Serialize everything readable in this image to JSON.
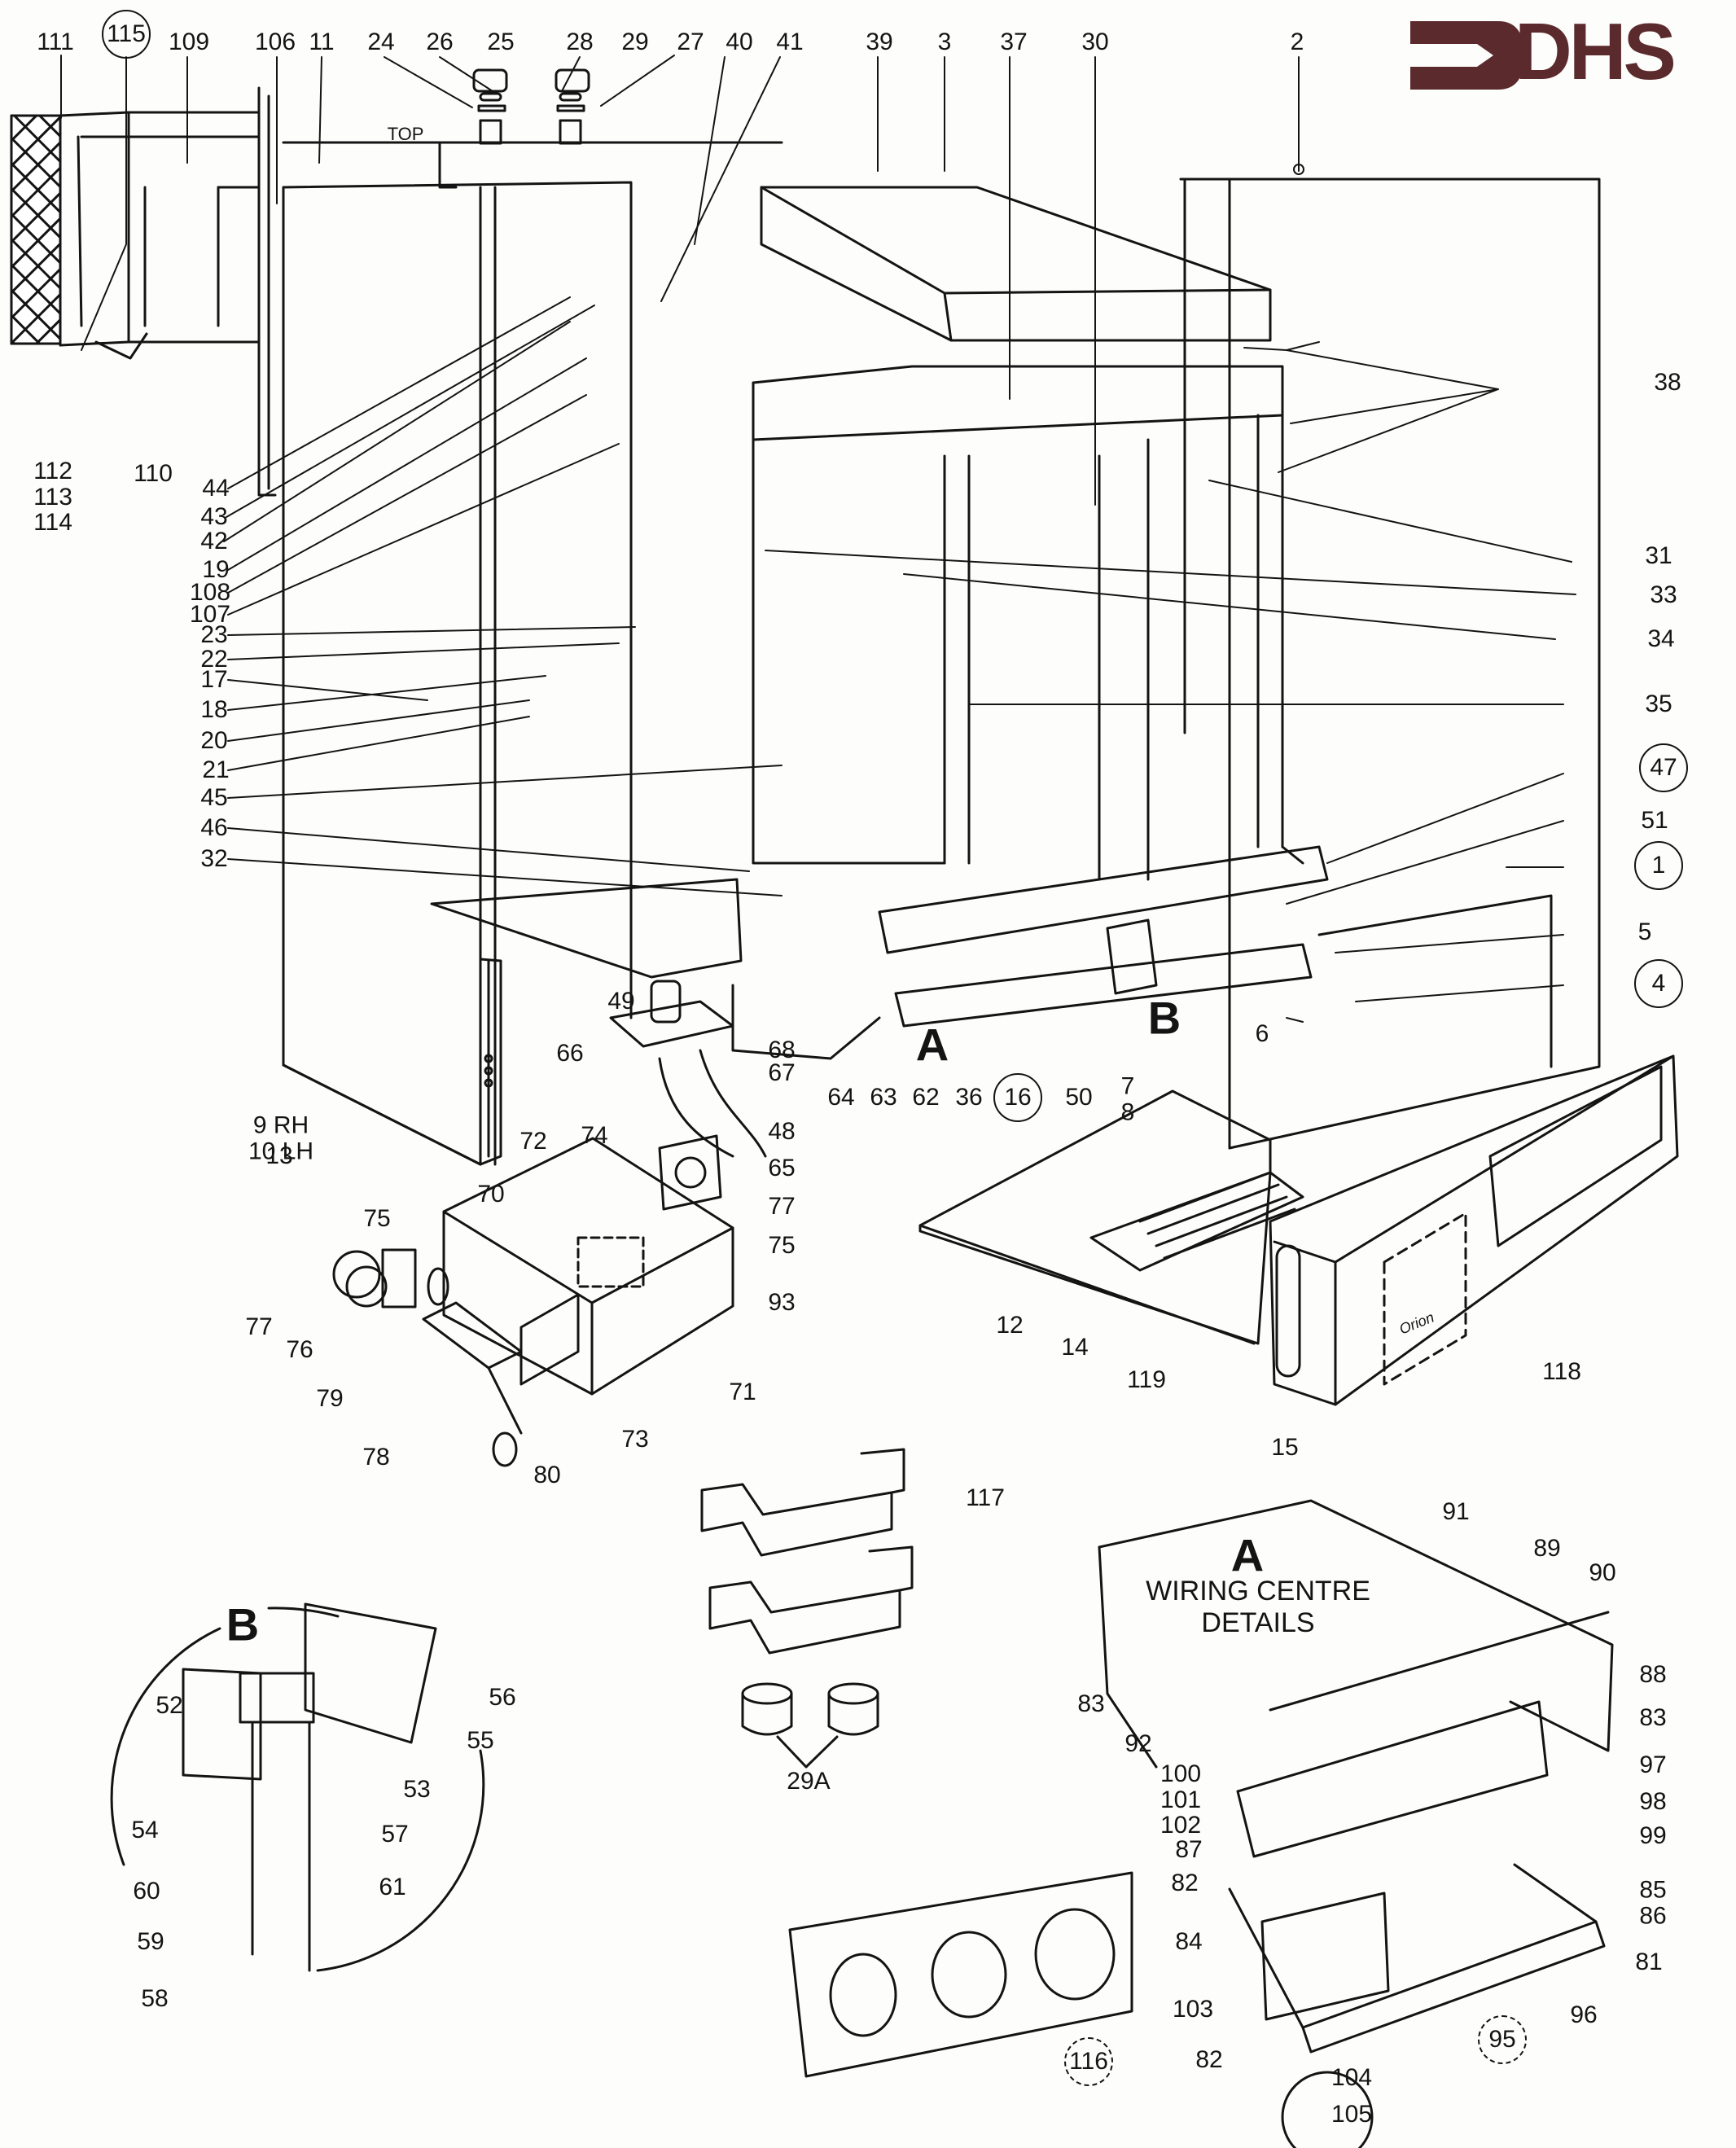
{
  "document": {
    "type": "exploded parts diagram",
    "brand_logo": {
      "text": "DHS",
      "color": "#5a2a2c"
    },
    "colors": {
      "ink": "#141414",
      "paper": "#fdfdfb"
    }
  },
  "annotations": {
    "top_marking": "TOP",
    "front_panel_text": "Orion",
    "detail_a_letter": "A",
    "detail_a_title": "WIRING CENTRE\nDETAILS",
    "detail_b_letter": "B",
    "arrow_a_letter": "A",
    "arrow_b_letter": "B"
  },
  "labels": [
    {
      "id": "111",
      "text": "111",
      "circled": false
    },
    {
      "id": "115",
      "text": "115",
      "circled": true
    },
    {
      "id": "109",
      "text": "109",
      "circled": false
    },
    {
      "id": "106",
      "text": "106",
      "circled": false
    },
    {
      "id": "11",
      "text": "11",
      "circled": false
    },
    {
      "id": "24",
      "text": "24",
      "circled": false
    },
    {
      "id": "26",
      "text": "26",
      "circled": false
    },
    {
      "id": "25",
      "text": "25",
      "circled": false
    },
    {
      "id": "28",
      "text": "28",
      "circled": false
    },
    {
      "id": "29",
      "text": "29",
      "circled": false
    },
    {
      "id": "27",
      "text": "27",
      "circled": false
    },
    {
      "id": "40",
      "text": "40",
      "circled": false
    },
    {
      "id": "41",
      "text": "41",
      "circled": false
    },
    {
      "id": "39",
      "text": "39",
      "circled": false
    },
    {
      "id": "3",
      "text": "3",
      "circled": false
    },
    {
      "id": "37",
      "text": "37",
      "circled": false
    },
    {
      "id": "30",
      "text": "30",
      "circled": false
    },
    {
      "id": "2",
      "text": "2",
      "circled": false
    },
    {
      "id": "38",
      "text": "38",
      "circled": false
    },
    {
      "id": "31",
      "text": "31",
      "circled": false
    },
    {
      "id": "33",
      "text": "33",
      "circled": false
    },
    {
      "id": "34",
      "text": "34",
      "circled": false
    },
    {
      "id": "35",
      "text": "35",
      "circled": false
    },
    {
      "id": "47",
      "text": "47",
      "circled": true
    },
    {
      "id": "51",
      "text": "51",
      "circled": false
    },
    {
      "id": "1",
      "text": "1",
      "circled": true
    },
    {
      "id": "5",
      "text": "5",
      "circled": false
    },
    {
      "id": "4",
      "text": "4",
      "circled": true
    },
    {
      "id": "6",
      "text": "6",
      "circled": false
    },
    {
      "id": "112-114",
      "text": "112\n113\n114",
      "circled": false
    },
    {
      "id": "110",
      "text": "110",
      "circled": false
    },
    {
      "id": "44",
      "text": "44",
      "circled": false
    },
    {
      "id": "43",
      "text": "43",
      "circled": false
    },
    {
      "id": "42",
      "text": "42",
      "circled": false
    },
    {
      "id": "19",
      "text": "19",
      "circled": false
    },
    {
      "id": "108",
      "text": "108",
      "circled": false
    },
    {
      "id": "107",
      "text": "107",
      "circled": false
    },
    {
      "id": "23",
      "text": "23",
      "circled": false
    },
    {
      "id": "22",
      "text": "22",
      "circled": false
    },
    {
      "id": "17",
      "text": "17",
      "circled": false
    },
    {
      "id": "18",
      "text": "18",
      "circled": false
    },
    {
      "id": "20",
      "text": "20",
      "circled": false
    },
    {
      "id": "21",
      "text": "21",
      "circled": false
    },
    {
      "id": "45",
      "text": "45",
      "circled": false
    },
    {
      "id": "46",
      "text": "46",
      "circled": false
    },
    {
      "id": "32",
      "text": "32",
      "circled": false
    },
    {
      "id": "49",
      "text": "49",
      "circled": false
    },
    {
      "id": "9-10",
      "text": "9 RH\n10 LH",
      "circled": false
    },
    {
      "id": "13",
      "text": "13",
      "circled": false
    },
    {
      "id": "66",
      "text": "66",
      "circled": false
    },
    {
      "id": "68",
      "text": "68",
      "circled": false
    },
    {
      "id": "67",
      "text": "67",
      "circled": false
    },
    {
      "id": "64",
      "text": "64",
      "circled": false
    },
    {
      "id": "63",
      "text": "63",
      "circled": false
    },
    {
      "id": "62",
      "text": "62",
      "circled": false
    },
    {
      "id": "36",
      "text": "36",
      "circled": false
    },
    {
      "id": "16",
      "text": "16",
      "circled": true
    },
    {
      "id": "50",
      "text": "50",
      "circled": false
    },
    {
      "id": "7-8",
      "text": "7\n8",
      "circled": false
    },
    {
      "id": "48",
      "text": "48",
      "circled": false
    },
    {
      "id": "65",
      "text": "65",
      "circled": false
    },
    {
      "id": "72",
      "text": "72",
      "circled": false
    },
    {
      "id": "74",
      "text": "74",
      "circled": false
    },
    {
      "id": "70",
      "text": "70",
      "circled": false
    },
    {
      "id": "77a",
      "text": "77",
      "circled": false
    },
    {
      "id": "75a",
      "text": "75",
      "circled": false
    },
    {
      "id": "75b",
      "text": "75",
      "circled": false
    },
    {
      "id": "93",
      "text": "93",
      "circled": false
    },
    {
      "id": "77b",
      "text": "77",
      "circled": false
    },
    {
      "id": "76",
      "text": "76",
      "circled": false
    },
    {
      "id": "79",
      "text": "79",
      "circled": false
    },
    {
      "id": "78",
      "text": "78",
      "circled": false
    },
    {
      "id": "73",
      "text": "73",
      "circled": false
    },
    {
      "id": "71",
      "text": "71",
      "circled": false
    },
    {
      "id": "80",
      "text": "80",
      "circled": false
    },
    {
      "id": "12",
      "text": "12",
      "circled": false
    },
    {
      "id": "14",
      "text": "14",
      "circled": false
    },
    {
      "id": "119",
      "text": "119",
      "circled": false
    },
    {
      "id": "15",
      "text": "15",
      "circled": false
    },
    {
      "id": "118",
      "text": "118",
      "circled": false
    },
    {
      "id": "117",
      "text": "117",
      "circled": false
    },
    {
      "id": "29A",
      "text": "29A",
      "circled": false
    },
    {
      "id": "56",
      "text": "56",
      "circled": false
    },
    {
      "id": "52",
      "text": "52",
      "circled": false
    },
    {
      "id": "55",
      "text": "55",
      "circled": false
    },
    {
      "id": "53",
      "text": "53",
      "circled": false
    },
    {
      "id": "54",
      "text": "54",
      "circled": false
    },
    {
      "id": "57",
      "text": "57",
      "circled": false
    },
    {
      "id": "60",
      "text": "60",
      "circled": false
    },
    {
      "id": "61",
      "text": "61",
      "circled": false
    },
    {
      "id": "59",
      "text": "59",
      "circled": false
    },
    {
      "id": "58",
      "text": "58",
      "circled": false
    },
    {
      "id": "91",
      "text": "91",
      "circled": false
    },
    {
      "id": "89",
      "text": "89",
      "circled": false
    },
    {
      "id": "90",
      "text": "90",
      "circled": false
    },
    {
      "id": "88",
      "text": "88",
      "circled": false
    },
    {
      "id": "83a",
      "text": "83",
      "circled": false
    },
    {
      "id": "83b",
      "text": "83",
      "circled": false
    },
    {
      "id": "92",
      "text": "92",
      "circled": false
    },
    {
      "id": "97",
      "text": "97",
      "circled": false
    },
    {
      "id": "100-102",
      "text": "100\n101\n102",
      "circled": false
    },
    {
      "id": "98",
      "text": "98",
      "circled": false
    },
    {
      "id": "99",
      "text": "99",
      "circled": false
    },
    {
      "id": "87",
      "text": "87",
      "circled": false
    },
    {
      "id": "82a",
      "text": "82",
      "circled": false
    },
    {
      "id": "85-86",
      "text": "85\n86",
      "circled": false
    },
    {
      "id": "84",
      "text": "84",
      "circled": false
    },
    {
      "id": "81",
      "text": "81",
      "circled": false
    },
    {
      "id": "103",
      "text": "103",
      "circled": false
    },
    {
      "id": "96",
      "text": "96",
      "circled": false
    },
    {
      "id": "95",
      "text": "95",
      "circled": true
    },
    {
      "id": "82b",
      "text": "82",
      "circled": false
    },
    {
      "id": "104",
      "text": "104",
      "circled": false
    },
    {
      "id": "105",
      "text": "105",
      "circled": false
    },
    {
      "id": "116",
      "text": "116",
      "circled": true
    }
  ]
}
